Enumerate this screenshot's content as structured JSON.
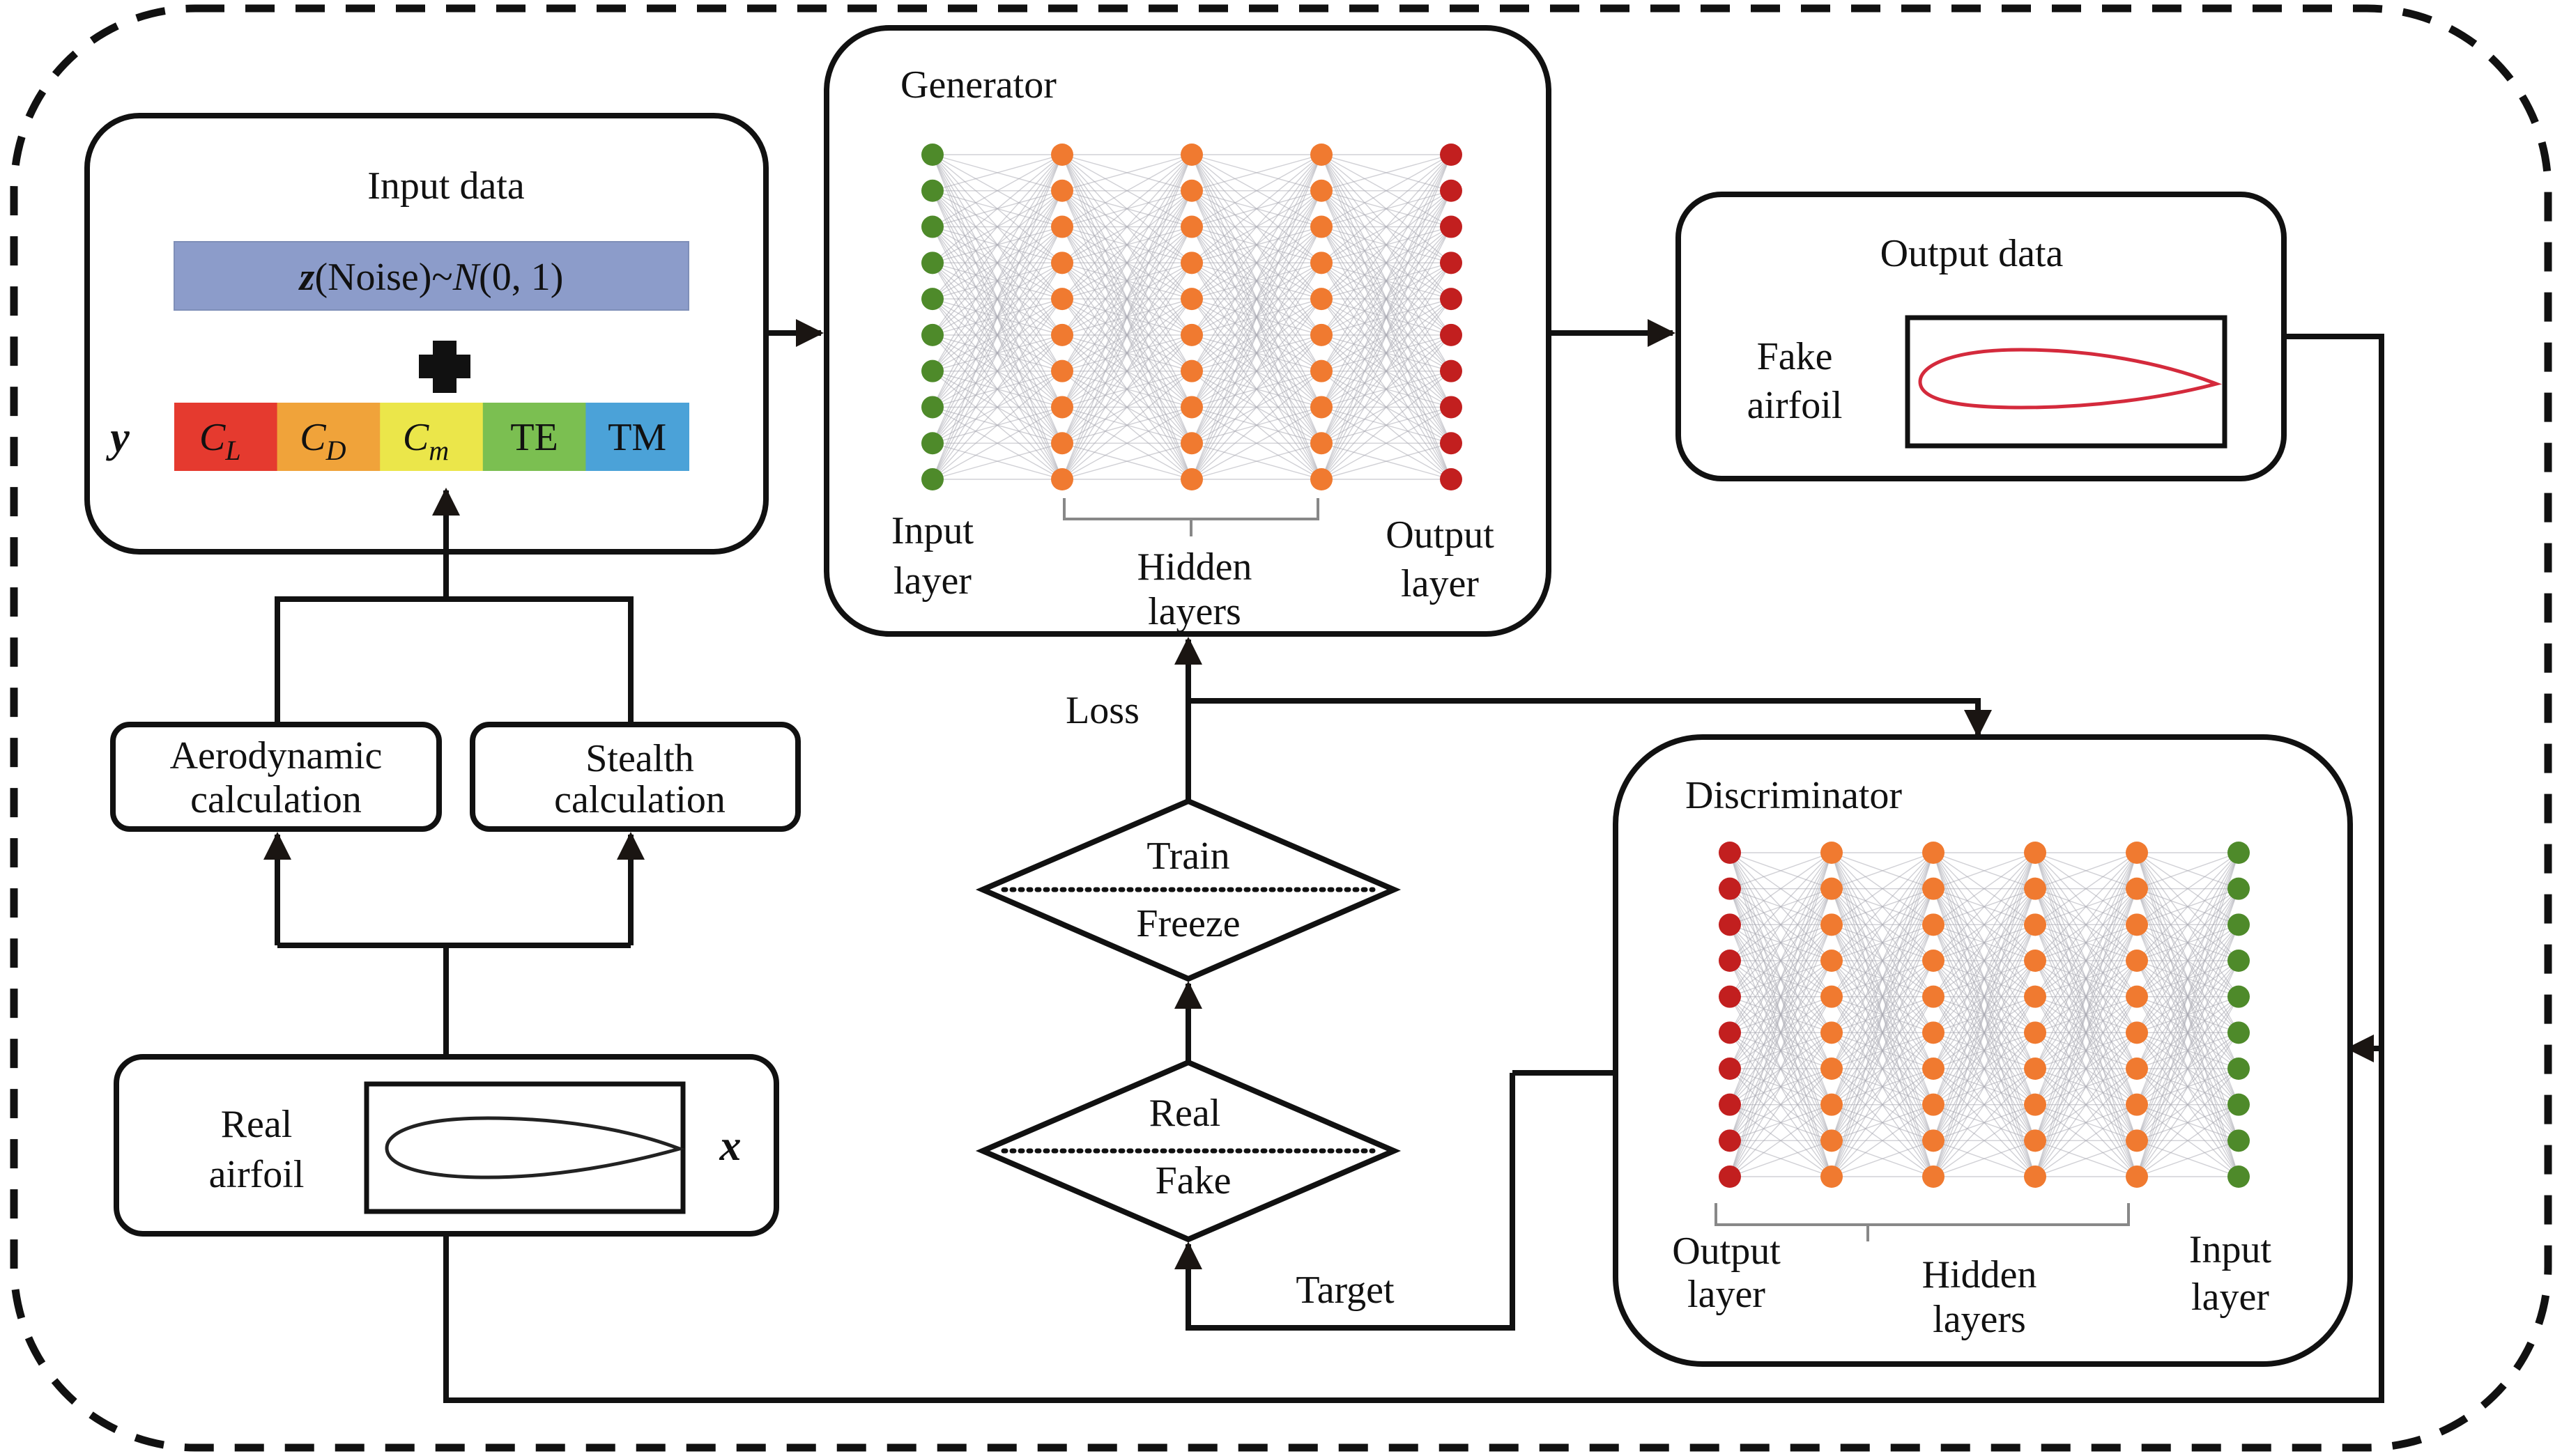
{
  "diagram": {
    "type": "GAN airfoil design flowchart",
    "input_data": {
      "title": "Input data",
      "noise_bar": {
        "z": "z",
        "noise_text": "(Noise)~",
        "dist": "N",
        "params": "(0, 1)",
        "color": "#8c9cca"
      },
      "plus": "+",
      "y_label": "y",
      "condition_cells": [
        {
          "main": "C",
          "sub": "L",
          "italic": true,
          "color": "#e53a2f"
        },
        {
          "main": "C",
          "sub": "D",
          "italic": true,
          "color": "#f0a33a"
        },
        {
          "main": "C",
          "sub": "m",
          "italic": true,
          "color": "#ebe64a"
        },
        {
          "main": "TE",
          "sub": "",
          "italic": false,
          "color": "#7bbf51"
        },
        {
          "main": "TM",
          "sub": "",
          "italic": false,
          "color": "#4ba2d8"
        }
      ]
    },
    "aero_box": {
      "line1": "Aerodynamic",
      "line2": "calculation"
    },
    "stealth_box": {
      "line1": "Stealth",
      "line2": "calculation"
    },
    "real_airfoil": {
      "line1": "Real",
      "line2": "airfoil",
      "x_label": "x",
      "curve_color": "#222222"
    },
    "generator": {
      "title": "Generator",
      "layers": [
        {
          "nodes": 10,
          "color": "#4e8a2a"
        },
        {
          "nodes": 10,
          "color": "#f07a30"
        },
        {
          "nodes": 10,
          "color": "#f07a30"
        },
        {
          "nodes": 10,
          "color": "#f07a30"
        },
        {
          "nodes": 10,
          "color": "#c21f1f"
        }
      ],
      "input_label": [
        "Input",
        "layer"
      ],
      "hidden_label": [
        "Hidden",
        "layers"
      ],
      "output_label": [
        "Output",
        "layer"
      ]
    },
    "output_data": {
      "title": "Output data",
      "line1": "Fake",
      "line2": "airfoil",
      "curve_color": "#d42a3c"
    },
    "loss_label": "Loss",
    "train_diamond": {
      "top": "Train",
      "bottom": "Freeze"
    },
    "real_diamond": {
      "top": "Real",
      "bottom": "Fake"
    },
    "target_label": "Target",
    "discriminator": {
      "title": "Discriminator",
      "layers": [
        {
          "nodes": 10,
          "color": "#c21f1f"
        },
        {
          "nodes": 10,
          "color": "#f07a30"
        },
        {
          "nodes": 10,
          "color": "#f07a30"
        },
        {
          "nodes": 10,
          "color": "#f07a30"
        },
        {
          "nodes": 10,
          "color": "#f07a30"
        },
        {
          "nodes": 10,
          "color": "#4e8a2a"
        }
      ],
      "output_label": [
        "Output",
        "layer"
      ],
      "hidden_label": [
        "Hidden",
        "layers"
      ],
      "input_label": [
        "Input",
        "layer"
      ]
    }
  }
}
